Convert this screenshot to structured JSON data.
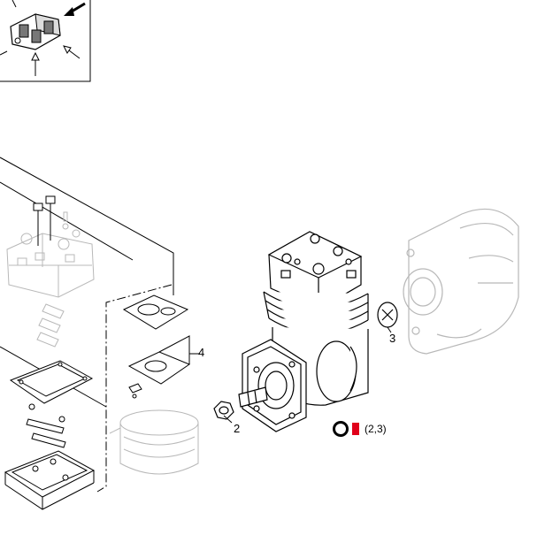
{
  "callouts": {
    "part_2": "2",
    "part_3": "3",
    "part_4": "4"
  },
  "legend": {
    "ring_icon": "o-ring-icon",
    "square_icon": "red-square-icon",
    "square_color": "#e0001a",
    "text": "(2,3)"
  },
  "colors": {
    "line": "#000000",
    "ghost": "#b8b8b8",
    "background": "#ffffff"
  }
}
